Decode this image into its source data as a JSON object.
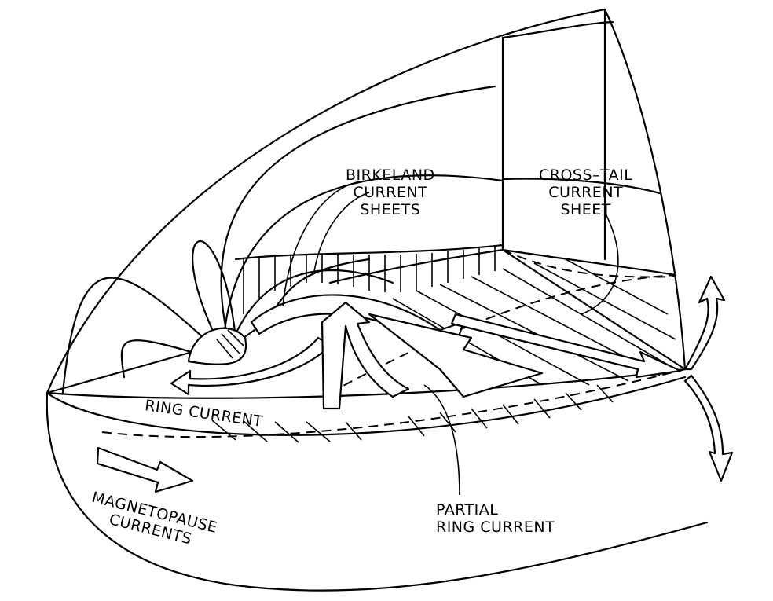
{
  "labels": {
    "birkeland": [
      "BIRKELAND",
      "CURRENT",
      "SHEETS"
    ],
    "cross_tail": [
      "CROSS–TAIL",
      "CURRENT",
      "SHEET"
    ],
    "ring_current": "RING CURRENT",
    "partial_ring": [
      "PARTIAL",
      "RING CURRENT"
    ],
    "magnetopause": [
      "MAGNETOPAUSE",
      "CURRENTS"
    ]
  },
  "colors": {
    "ink": "#000000",
    "background": "#ffffff"
  }
}
